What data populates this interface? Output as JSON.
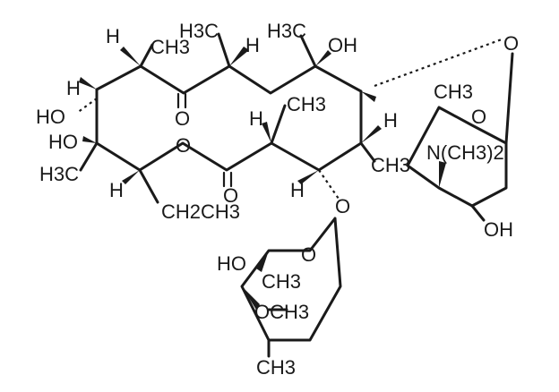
{
  "labels": {
    "h1": "H",
    "ch3_top_left": "CH3",
    "ch3_top_center": "H3C",
    "h_top": "H",
    "ch3_top_right": "H3C",
    "oh_top": "OH",
    "o_glyco": "O",
    "h_left": "H",
    "o_ketone": "O",
    "ch3_mid": "CH3",
    "h_mid": "H",
    "h_right": "H",
    "ch3_sugar1": "CH3",
    "o_ring1": "O",
    "ho_left1": "HO",
    "ho_left2": "HO",
    "o_ester": "O",
    "ch3_right": "CH3",
    "nme2": "N(CH3)2",
    "h3c_left": "H3C",
    "h_bottom_left": "H",
    "o_ester2": "O",
    "h_bottom": "H",
    "o_link": "O",
    "ethyl": "CH2CH3",
    "oh_sugar1": "OH",
    "o_ring2": "O",
    "ho_sugar2": "HO",
    "ch3_sugar2": "CH3",
    "och3": "OCH3",
    "ch3_bottom": "CH3"
  }
}
